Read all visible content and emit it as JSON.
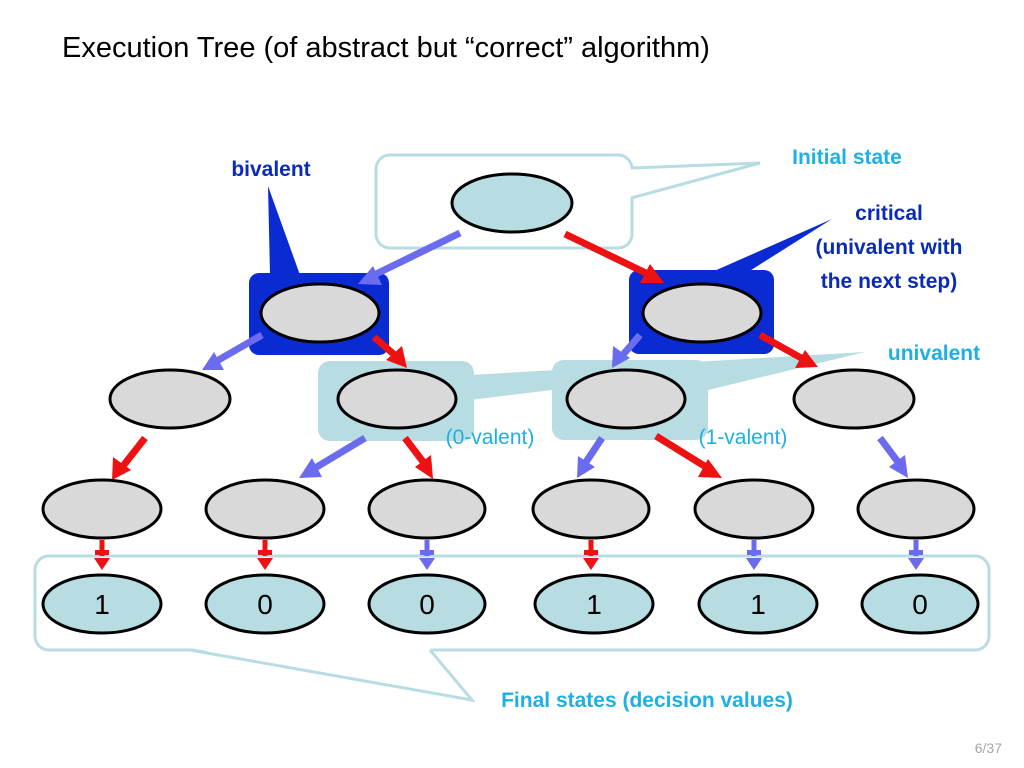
{
  "slide": {
    "title": "Execution Tree (of abstract but “correct” algorithm)",
    "page_number": "6/37"
  },
  "labels": {
    "initial_state": "Initial state",
    "bivalent": "bivalent",
    "critical_line1": "critical",
    "critical_line2": "(univalent with",
    "critical_line3": "the next step)",
    "univalent": "univalent",
    "zero_valent": "(0-valent)",
    "one_valent": "(1-valent)",
    "final_states": "Final states (decision values)"
  },
  "leaves": [
    "1",
    "0",
    "0",
    "1",
    "1",
    "0"
  ],
  "colors": {
    "callout_cyan": "#b7dde3",
    "callout_stroke": "#b7dde3",
    "bivalent_blue": "#0a2bd1",
    "label_cyan": "#1fb0e3",
    "label_dark_blue": "#0a2bb5",
    "node_gray": "#d9d9d9",
    "node_cyan": "#b7dde3",
    "arrow_red": "#ee1111",
    "arrow_blue": "#6b6bf0"
  }
}
